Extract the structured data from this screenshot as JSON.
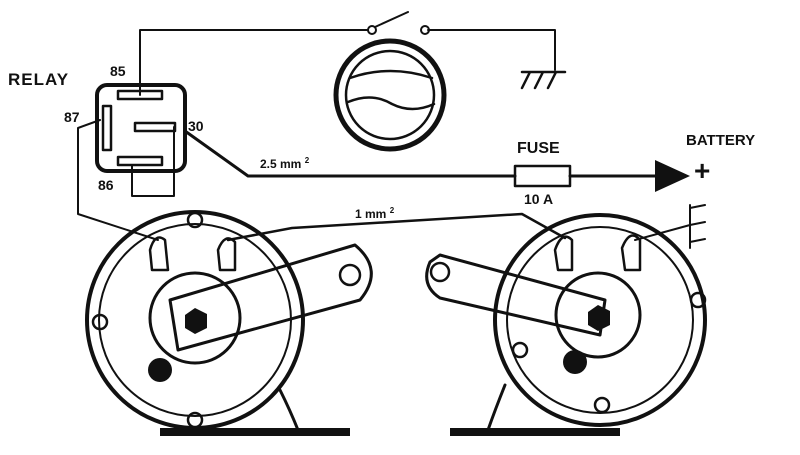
{
  "relay": {
    "title": "RELAY",
    "pins": {
      "p85": "85",
      "p87": "87",
      "p30": "30",
      "p86": "86"
    }
  },
  "wires": {
    "main_gauge": "2.5 mm",
    "main_gauge_sup": "2",
    "horn_gauge": "1 mm",
    "horn_gauge_sup": "2"
  },
  "fuse": {
    "label": "FUSE",
    "rating": "10 A"
  },
  "battery": {
    "label": "BATTERY",
    "polarity": "+"
  },
  "colors": {
    "ink": "#111111",
    "paper": "#ffffff"
  }
}
